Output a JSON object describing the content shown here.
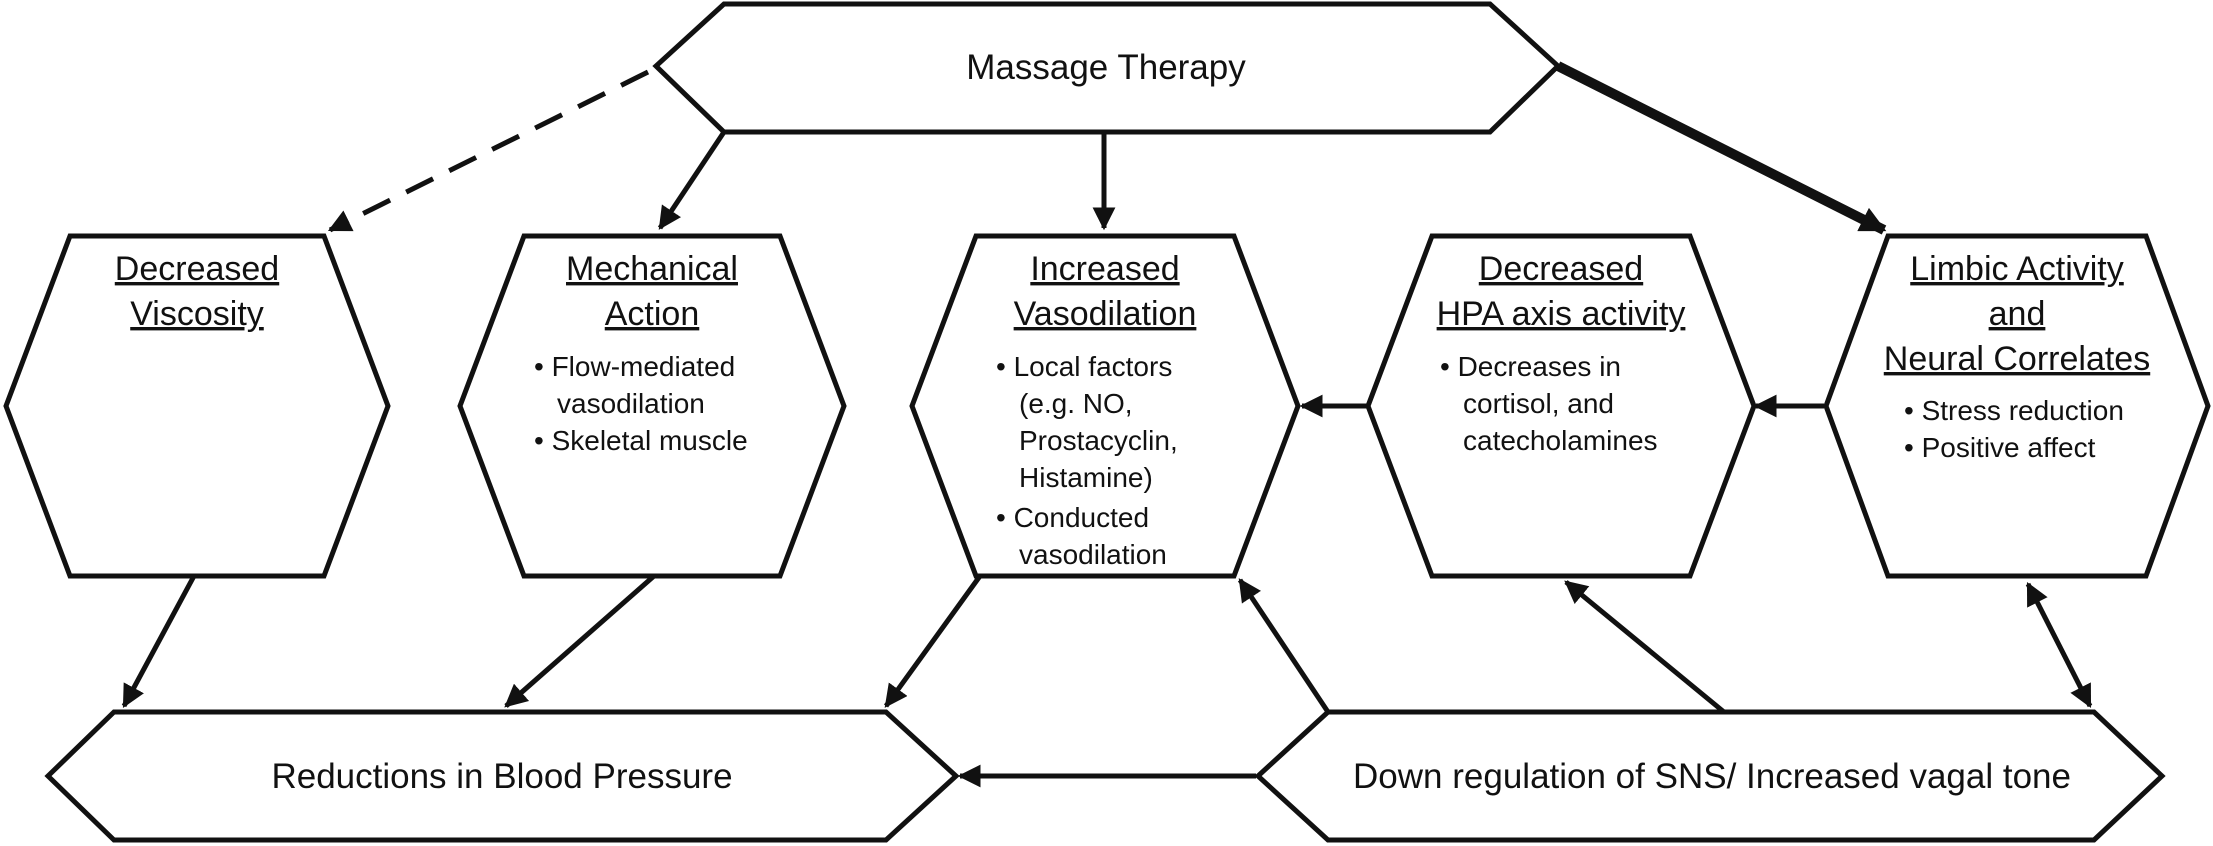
{
  "diagram": {
    "top": {
      "label": "Massage Therapy"
    },
    "viscosity": {
      "title_1": "Decreased",
      "title_2": "Viscosity"
    },
    "mechanical": {
      "title_1": "Mechanical",
      "title_2": "Action",
      "bullet_1a": "• Flow-mediated",
      "bullet_1b": "vasodilation",
      "bullet_2": "• Skeletal muscle"
    },
    "vasodilation": {
      "title_1": "Increased",
      "title_2": "Vasodilation",
      "bullet_1a": "• Local factors",
      "bullet_1b": "(e.g. NO,",
      "bullet_1c": "Prostacyclin,",
      "bullet_1d": "Histamine)",
      "bullet_2a": "• Conducted",
      "bullet_2b": "vasodilation"
    },
    "hpa": {
      "title_1": "Decreased",
      "title_2": "HPA axis activity",
      "bullet_1a": "• Decreases in",
      "bullet_1b": "cortisol, and",
      "bullet_1c": "catecholamines"
    },
    "limbic": {
      "title_1": "Limbic Activity",
      "title_2": "and",
      "title_3": "Neural Correlates",
      "bullet_1": "• Stress reduction",
      "bullet_2": "• Positive affect"
    },
    "bp": {
      "label": "Reductions in Blood Pressure"
    },
    "sns": {
      "label": "Down regulation of SNS/ Increased vagal tone"
    }
  }
}
